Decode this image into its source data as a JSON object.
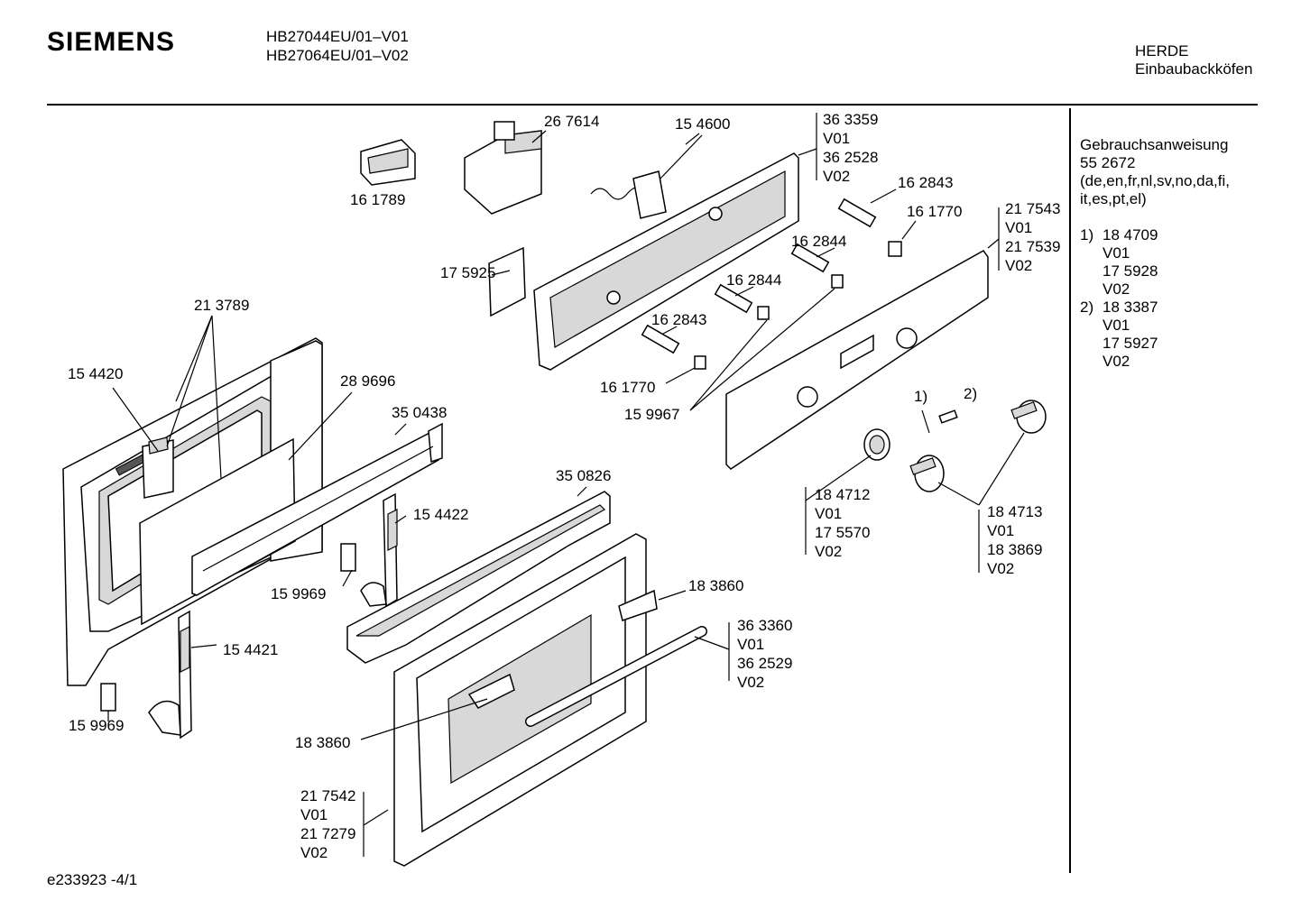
{
  "header": {
    "brand": "SIEMENS",
    "model_1": "HB27044EU/01–V01",
    "model_2": "HB27064EU/01–V02",
    "category_1": "HERDE",
    "category_2": "Einbaubackköfen"
  },
  "notes": {
    "manual_title": "Gebrauchsanweisung",
    "manual_number": "55 2672",
    "languages_1": "(de,en,fr,nl,sv,no,da,fi,",
    "languages_2": "it,es,pt,el)",
    "footnotes": [
      {
        "mark": "1)",
        "lines": [
          "18 4709",
          "V01",
          "17 5928",
          "V02"
        ]
      },
      {
        "mark": "2)",
        "lines": [
          "18 3387",
          "V01",
          "17 5927",
          "V02"
        ]
      }
    ]
  },
  "part_labels": {
    "p161789": "16 1789",
    "p267614": "26 7614",
    "p154600": "15 4600",
    "p363359": "36 3359",
    "p363359_v1": "V01",
    "p362528": "36 2528",
    "p362528_v2": "V02",
    "p162843a": "16 2843",
    "p161770a": "16 1770",
    "p217543": "21 7543",
    "p217543_v1": "V01",
    "p217539": "21 7539",
    "p217539_v2": "V02",
    "p175925": "17 5925",
    "p162844a": "16 2844",
    "p162844b": "16 2844",
    "p162843b": "16 2843",
    "p161770b": "16 1770",
    "p159967": "15 9967",
    "p213789": "21 3789",
    "p154420": "15 4420",
    "p289696": "28 9696",
    "p350438": "35 0438",
    "p350826": "35 0826",
    "p154422": "15 4422",
    "p159969a": "15 9969",
    "p154421": "15 4421",
    "p159969b": "15 9969",
    "p183860a": "18 3860",
    "p363360": "36 3360",
    "p363360_v1": "V01",
    "p362529": "36 2529",
    "p362529_v2": "V02",
    "p183860b": "18 3860",
    "p217542": "21 7542",
    "p217542_v1": "V01",
    "p217279": "21 7279",
    "p217279_v2": "V02",
    "p184712": "18 4712",
    "p184712_v1": "V01",
    "p175570": "17 5570",
    "p175570_v2": "V02",
    "p184713": "18 4713",
    "p184713_v1": "V01",
    "p183869": "18 3869",
    "p183869_v2": "V02",
    "fn1": "1)",
    "fn2": "2)"
  },
  "footer": {
    "doc_id": "e233923  -4/1"
  }
}
